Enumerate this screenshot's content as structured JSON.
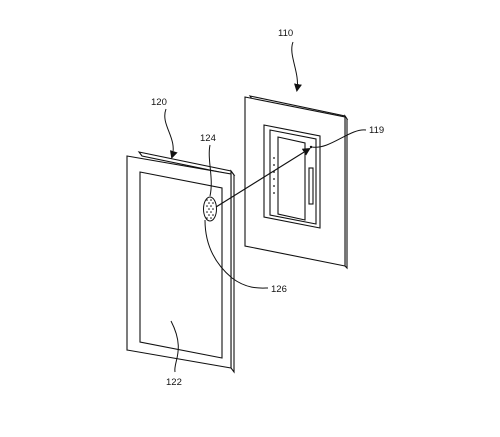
{
  "labels": {
    "wall_device": "110",
    "mobile_device": "120",
    "sensor": "124",
    "indicator": "119",
    "link": "126",
    "screen": "122"
  },
  "colors": {
    "line": "#111111",
    "background": "#ffffff"
  }
}
